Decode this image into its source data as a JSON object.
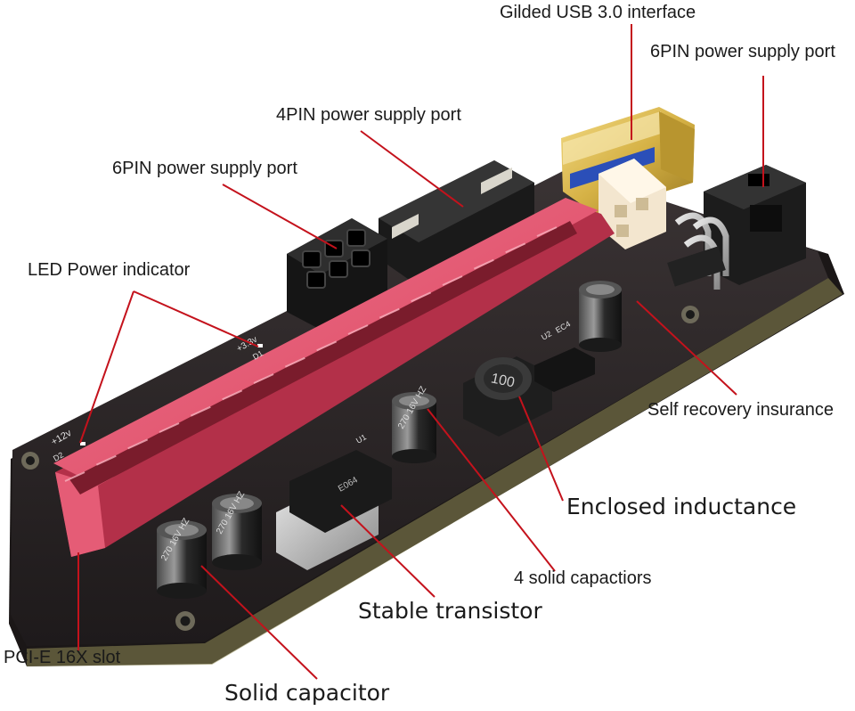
{
  "labels": {
    "usb": "Gilded USB  3.0 interface",
    "six_pin_right": "6PIN power supply port",
    "four_pin": "4PIN power supply port",
    "six_pin_left": "6PIN power supply port",
    "led": "LED Power indicator",
    "self_recovery": "Self recovery insurance",
    "inductance": "Enclosed inductance",
    "four_caps": "4 solid capactiors",
    "transistor": "Stable transistor",
    "pcie": "PCI-E 16X slot",
    "solid_cap": "Solid capacitor"
  },
  "board_text": {
    "inductor_code": "100",
    "cap_marking": "270 16V HZ",
    "v12": "+12v",
    "v33": "+3.3v",
    "ref_d1": "D1",
    "ref_d2": "D2",
    "ref_u1": "U1",
    "ref_u2": "U2",
    "ref_ec4": "EC4",
    "chip_marking": "E064"
  },
  "colors": {
    "board": "#2b2626",
    "slot": "#e7526d",
    "usb_gold": "#d9b84a",
    "callout_line": "#c4121c"
  }
}
